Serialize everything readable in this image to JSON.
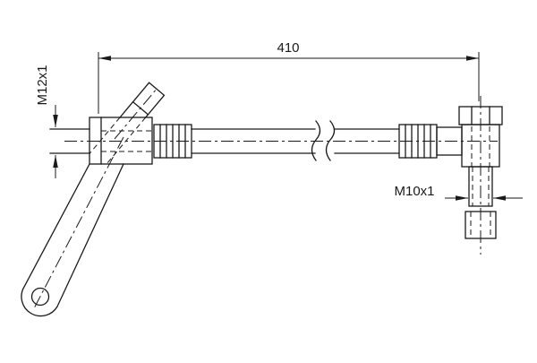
{
  "drawing": {
    "dimension_length": "410",
    "thread_left": "M12x1",
    "thread_right": "M10x1",
    "line_color": "#1a1a1a",
    "background_color": "#ffffff"
  }
}
